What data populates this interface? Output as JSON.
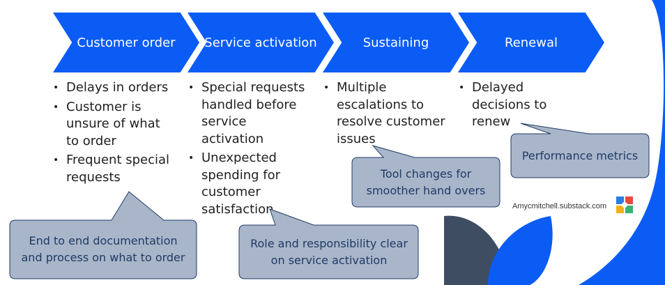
{
  "stages": [
    {
      "label": "Customer order"
    },
    {
      "label": "Service activation"
    },
    {
      "label": "Sustaining"
    },
    {
      "label": "Renewal"
    }
  ],
  "issues": [
    {
      "items": [
        "Delays in orders",
        "Customer is unsure of what to order",
        "Frequent special requests"
      ]
    },
    {
      "items": [
        "Special requests handled before service activation",
        "Unexpected spending for customer satisfaction"
      ]
    },
    {
      "items": [
        "Multiple escalations to resolve customer issues"
      ]
    },
    {
      "items": [
        "Delayed decisions to renew"
      ]
    }
  ],
  "callouts": [
    {
      "text": "End to end documentation and process on what to order"
    },
    {
      "text": "Role and responsibility clear on service activation"
    },
    {
      "text": "Tool changes for smoother hand overs"
    },
    {
      "text": "Performance metrics"
    }
  ],
  "watermark": "Amycmitchell.substack.com",
  "colors": {
    "chevron": "#0a5cf5",
    "callout_fill": "#a9b6c9",
    "callout_border": "#1f3a66",
    "leaf_dark": "#3f4d63",
    "leaf_blue": "#0a5cf5"
  }
}
